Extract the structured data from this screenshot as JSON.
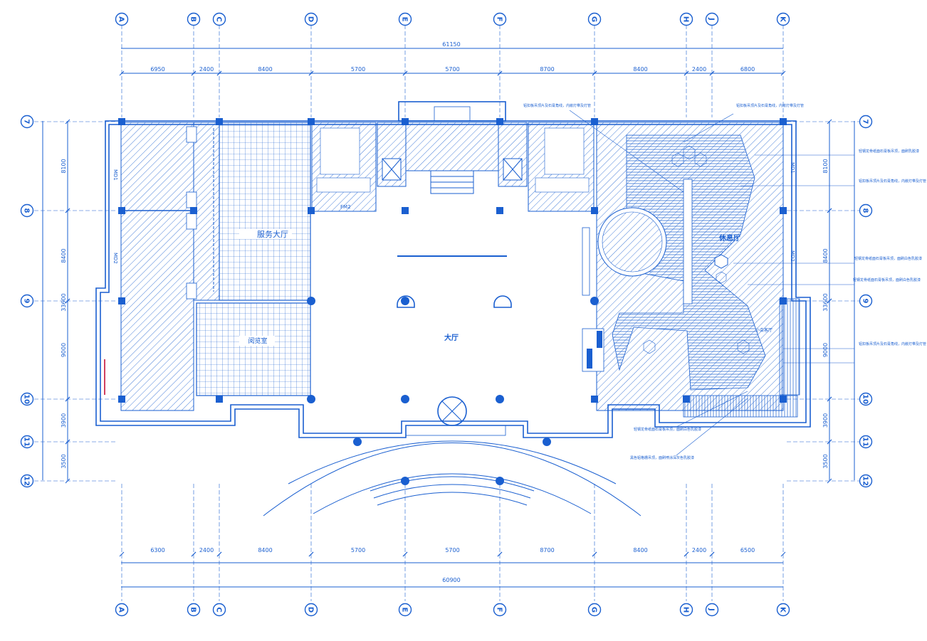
{
  "colors": {
    "line": "#1a5fd0",
    "accent_red": "#d04060",
    "background": "#ffffff"
  },
  "axes_top": [
    "A",
    "B",
    "C",
    "D",
    "E",
    "F",
    "G",
    "H",
    "J",
    "K"
  ],
  "axes_left": [
    "7",
    "8",
    "9",
    "10",
    "11",
    "12"
  ],
  "dims": {
    "top_total": "61150",
    "top_segments": [
      "6950",
      "2400",
      "8400",
      "5700",
      "5700",
      "8700",
      "8400",
      "2400",
      "6800"
    ],
    "bottom_total": "60900",
    "bottom_segments": [
      "6300",
      "2400",
      "8400",
      "5700",
      "5700",
      "8700",
      "8400",
      "2400",
      "6500"
    ],
    "left_total": "33600",
    "left_segments": [
      "8100",
      "8400",
      "9000",
      "3900",
      "3500"
    ],
    "right_total": "33600",
    "right_segments": [
      "8100",
      "8400",
      "9000",
      "3900",
      "3500"
    ]
  },
  "rooms": {
    "service_hall": "服务大厅",
    "main_hall": "大厅",
    "lounge": "休息厅",
    "reading_room": "阅览室",
    "small_room": "小会客厅"
  },
  "door_tags": {
    "md1_left": "MD1",
    "md2_left": "MD2",
    "md1_right": "MD1",
    "md2_right": "MD2",
    "fm": "FM2"
  },
  "notes": [
    "铝扣板吊顶片及石膏角线，内嵌灯带及灯管",
    "铝扣板吊顶片及石膏角线，内嵌灯带及灯管",
    "轻钢龙骨纸面石膏板吊顶，面刷乳胶漆",
    "铝扣板吊顶片及石膏角线，内嵌灯带及灯管",
    "轻钢龙骨纸面石膏板吊顶，面刷白色乳胶漆",
    "轻钢龙骨纸面石膏板吊顶，面刷白色乳胶漆",
    "铝扣板吊顶片及石膏角线，内嵌灯带及灯管",
    "轻钢龙骨纸面石膏板吊顶，面刷白色乳胶漆",
    "黑色铝格栅吊顶，面刷喷涂深灰色乳胶漆"
  ]
}
